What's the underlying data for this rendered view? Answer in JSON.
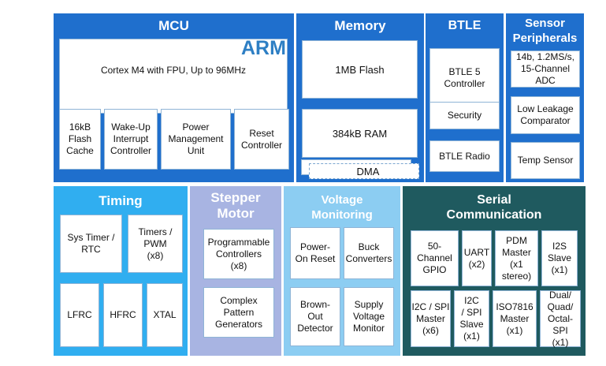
{
  "colors": {
    "mcu_blue": "#1f6fcd",
    "timing_blue": "#30aef0",
    "stepper_lavender": "#a8b4e2",
    "voltage_blue": "#8ccdf2",
    "serial_green": "#1f5a5f",
    "arm_logo": "#2e7fc4"
  },
  "mcu": {
    "title": "MCU",
    "arm_logo": "ARM",
    "core": "Cortex M4 with FPU, Up to 96MHz",
    "blocks": [
      "16kB\nFlash\nCache",
      "Wake-Up\nInterrupt\nController",
      "Power\nManagement\nUnit",
      "Reset\nController"
    ]
  },
  "memory": {
    "title": "Memory",
    "blocks": [
      "1MB Flash",
      "384kB RAM"
    ],
    "dma": "DMA"
  },
  "btle": {
    "title": "BTLE",
    "blocks": [
      "BTLE 5\nController",
      "Security",
      "BTLE Radio"
    ]
  },
  "sensor": {
    "title": "Sensor\nPeripherals",
    "blocks": [
      "14b, 1.2MS/s,\n15-Channel\nADC",
      "Low Leakage\nComparator",
      "Temp Sensor"
    ]
  },
  "timing": {
    "title": "Timing",
    "blocks": [
      "Sys Timer /\nRTC",
      "Timers /\nPWM\n(x8)",
      "LFRC",
      "HFRC",
      "XTAL"
    ]
  },
  "stepper": {
    "title": "Stepper\nMotor",
    "blocks": [
      "Programmable\nControllers\n(x8)",
      "Complex\nPattern\nGenerators"
    ]
  },
  "voltage": {
    "title": "Voltage\nMonitoring",
    "blocks": [
      "Power-\nOn Reset",
      "Buck\nConverters",
      "Brown-\nOut\nDetector",
      "Supply\nVoltage\nMonitor"
    ]
  },
  "serial": {
    "title": "Serial\nCommunication",
    "blocks": [
      "50-\nChannel\nGPIO",
      "UART\n(x2)",
      "PDM\nMaster\n(x1\nstereo)",
      "I2S\nSlave\n(x1)",
      "I2C / SPI\nMaster\n(x6)",
      "I2C\n/ SPI\nSlave\n(x1)",
      "ISO7816\nMaster\n(x1)",
      "Dual/\nQuad/\nOctal-SPI\n(x1)"
    ]
  }
}
